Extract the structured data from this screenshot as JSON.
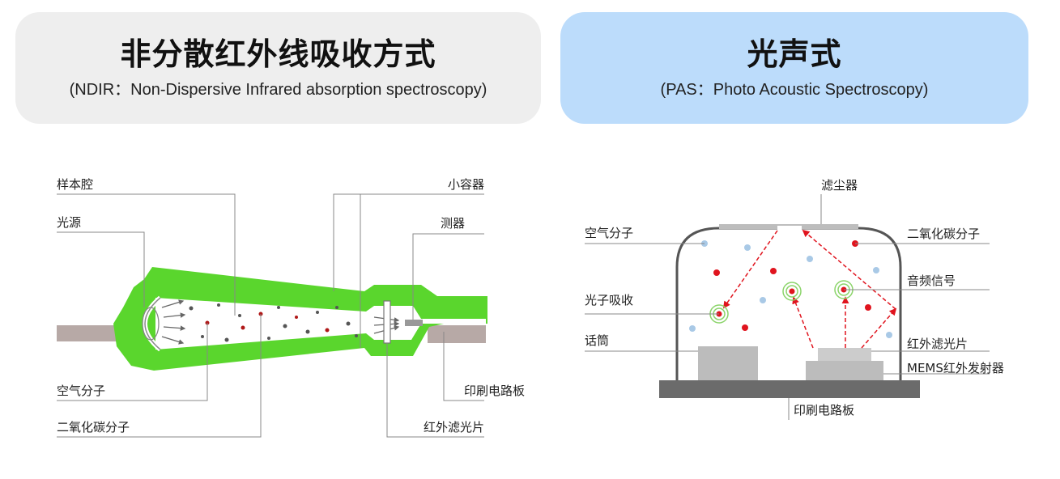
{
  "ndir": {
    "title": "非分散红外线吸收方式",
    "subtitle": "(NDIR：Non-Dispersive Infrared absorption spectroscopy)",
    "labels": {
      "sample_chamber": "样本腔",
      "light_source": "光源",
      "small_container": "小容器",
      "detector": "测器",
      "air_molecule": "空气分子",
      "co2_molecule": "二氧化碳分子",
      "pcb": "印刷电路板",
      "ir_filter": "红外滤光片"
    }
  },
  "pas": {
    "title": "光声式",
    "subtitle": "(PAS：Photo Acoustic Spectroscopy)",
    "labels": {
      "dust_filter": "滤尘器",
      "air_molecule": "空气分子",
      "co2_molecule": "二氧化碳分子",
      "audio_signal": "音频信号",
      "photon_absorption": "光子吸收",
      "microphone": "话筒",
      "ir_filter": "红外滤光片",
      "mems_ir_emitter": "MEMS红外发射器",
      "pcb": "印刷电路板"
    }
  },
  "colors": {
    "ndir_header_bg": "#eeeeee",
    "pas_header_bg": "#bcdcfb",
    "chamber_green": "#5ad62d",
    "co2_red": "#e0141e",
    "air_blue": "#a9c9e6",
    "board_gray": "#6b6b6b"
  }
}
